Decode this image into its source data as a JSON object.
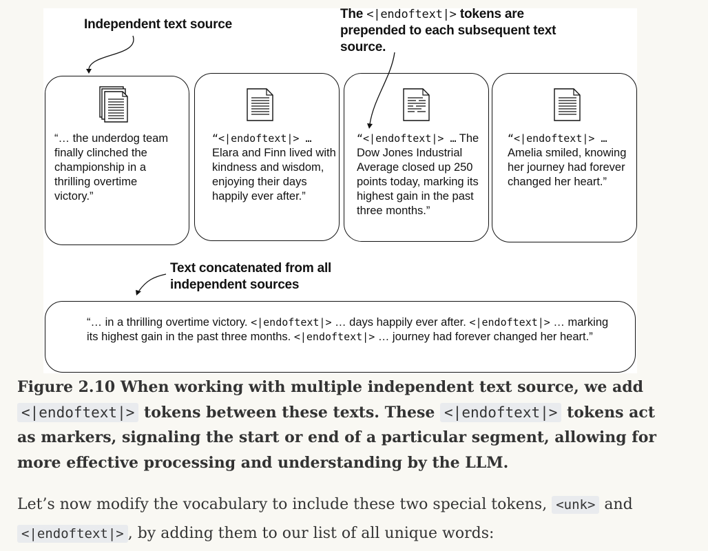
{
  "figure": {
    "callout_independent": "Independent text source",
    "callout_prepended_pre": "The ",
    "callout_prepended_token": "<|endoftext|>",
    "callout_prepended_post": " tokens are prepended to each subsequent text source.",
    "callout_concat": "Text concatenated from all independent sources",
    "sources": [
      {
        "icon": "document-stack-icon",
        "prefix": "",
        "text": "“… the underdog team finally clinched the championship in a thrilling overtime victory.”"
      },
      {
        "icon": "document-icon",
        "prefix": "“<|endoftext|> …",
        "text": "Elara and Finn lived with kindness and wisdom, enjoying their days happily ever after.”"
      },
      {
        "icon": "document-icon",
        "prefix": "“<|endoftext|> …",
        "text": "The Dow Jones Industrial Average closed up 250 points today, marking its highest gain in the past three months.”"
      },
      {
        "icon": "document-icon",
        "prefix": "“<|endoftext|> …",
        "text": "Amelia smiled, knowing her journey had forever changed her heart.”"
      }
    ],
    "concatenated": {
      "part1": "“… in a thrilling overtime victory. ",
      "tok1": "<|endoftext|>",
      "part2": " … days happily ever after. ",
      "tok2": "<|endoftext|>",
      "part3": " … marking its highest gain in the past three months. ",
      "tok3": "<|endoftext|>",
      "part4": " … journey had forever changed her heart.”"
    }
  },
  "caption": {
    "part1": "Figure 2.10 When working with multiple independent text source, we add ",
    "code1": "<|endoftext|>",
    "part2": " tokens between these texts. These ",
    "code2": "<|endoftext|>",
    "part3": " tokens act as markers, signaling the start or end of a particular segment, allowing for more effective processing and understanding by the LLM."
  },
  "paragraph": {
    "part1": "Let’s now modify the vocabulary to include these two special tokens, ",
    "code1": "<unk>",
    "part2": " and ",
    "code2": "<|endoftext|>",
    "part3": ", by adding them to our list of all unique words:"
  }
}
